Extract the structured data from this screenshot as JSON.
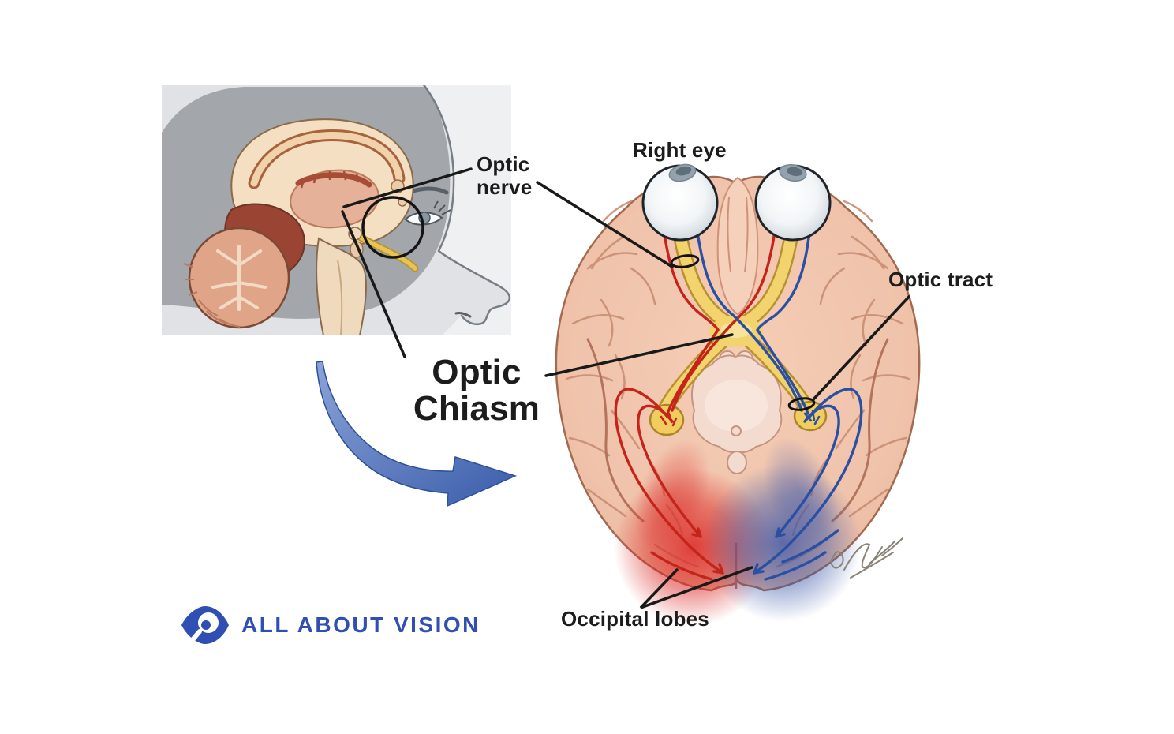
{
  "diagram": {
    "title": "Optic Chiasm",
    "labels": {
      "right_eye": "Right eye",
      "optic_nerve": "Optic nerve",
      "optic_tract": "Optic tract",
      "optic_chiasm": "Optic Chiasm",
      "occipital_lobes": "Occipital lobes"
    }
  },
  "logo": {
    "text": "ALL ABOUT VISION",
    "icon": "eye-magnifier-icon"
  },
  "icons": [
    "eye-magnifier-icon",
    "curved-arrow-icon",
    "artist-signature"
  ],
  "colors": {
    "label_text": "#1c1c1c",
    "logo_blue": "#2f4fb2",
    "arrow_blue": "#4a6ab8",
    "pathway_red": "#c5241b",
    "pathway_blue": "#2b4fa3",
    "nerve_yellow": "#f2d36d",
    "brain_surface": "#f0c3ab"
  }
}
